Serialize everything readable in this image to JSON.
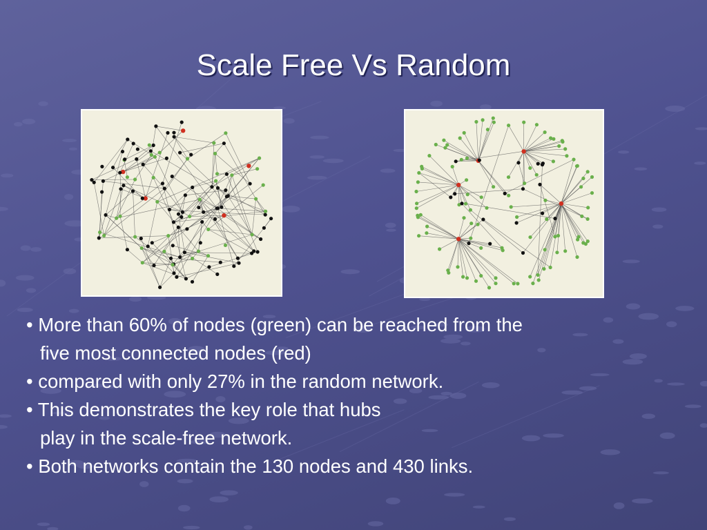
{
  "slide": {
    "title": "Scale Free Vs Random",
    "lines": [
      {
        "text": "• More than 60% of nodes (green) can be reached from the",
        "continuation": false
      },
      {
        "text": "five most connected nodes (red)",
        "continuation": true
      },
      {
        "text": "• compared with only 27% in the random network.",
        "continuation": false
      },
      {
        "text": "• This demonstrates the key role that hubs",
        "continuation": false
      },
      {
        "text": "play in the scale-free network.",
        "continuation": true
      },
      {
        "text": "• Both networks contain the 130 nodes and 430 links.",
        "continuation": false
      }
    ]
  },
  "colors": {
    "background": "#4f5290",
    "figure_background": "#f2f0e0",
    "node_black": "#111111",
    "node_green": "#6ab04c",
    "node_red": "#d03020",
    "edge": "#555555",
    "text": "#ffffff"
  },
  "figures": {
    "random": {
      "node_count": 130,
      "link_count": 430,
      "hub_count": 5
    },
    "scale_free": {
      "node_count": 130,
      "link_count": 430,
      "hub_count": 5
    }
  }
}
